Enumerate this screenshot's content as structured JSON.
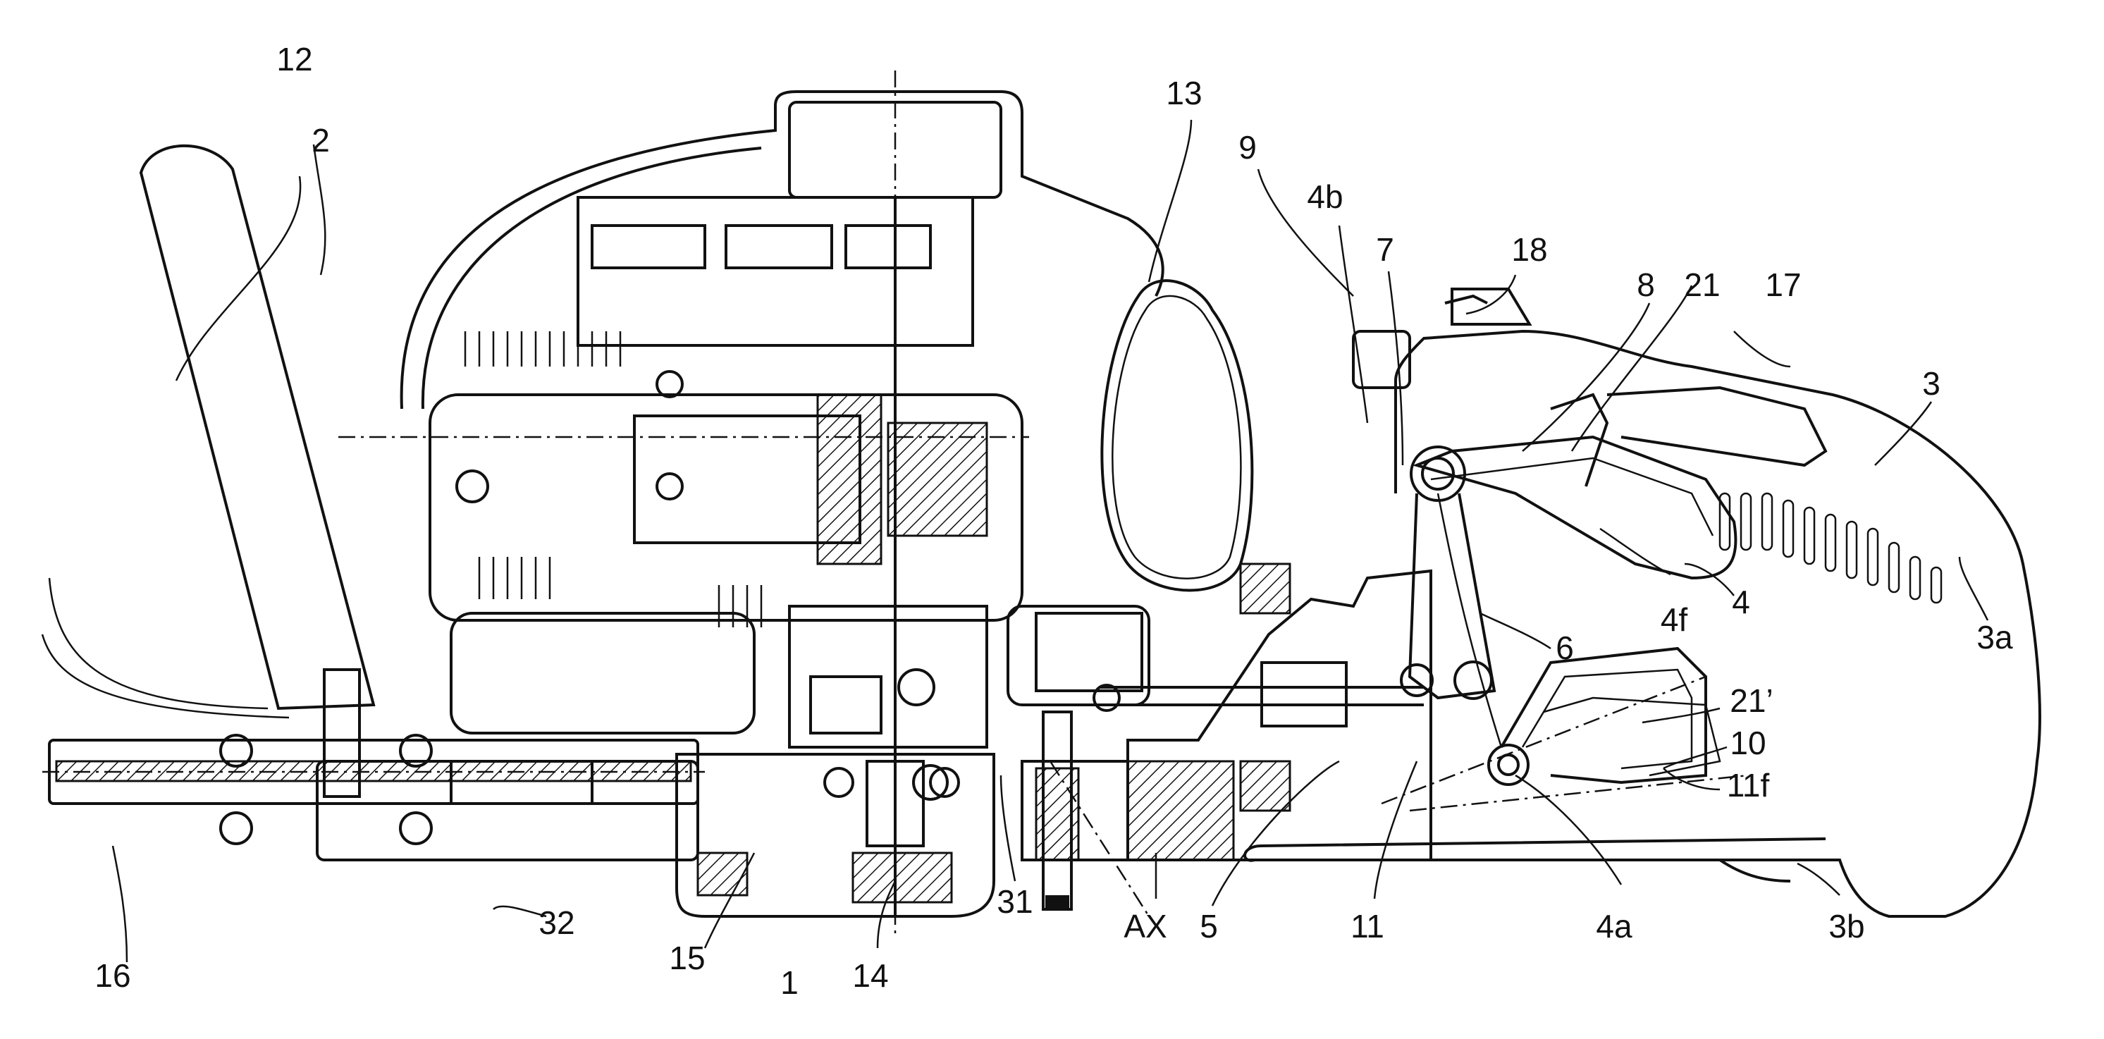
{
  "drawing": {
    "labels": {
      "l1": "1",
      "l2": "2",
      "l3": "3",
      "l3a": "3a",
      "l3b": "3b",
      "l4": "4",
      "l4a": "4a",
      "l4b": "4b",
      "l4f": "4f",
      "l5": "5",
      "l6": "6",
      "l7": "7",
      "l8": "8",
      "l9": "9",
      "l10": "10",
      "l11": "11",
      "l11f": "11f",
      "l12": "12",
      "l13": "13",
      "l14": "14",
      "l15": "15",
      "l16": "16",
      "l17": "17",
      "l18": "18",
      "l21": "21",
      "l21p": "21’",
      "l31": "31",
      "l32": "32",
      "lAX": "AX"
    }
  }
}
